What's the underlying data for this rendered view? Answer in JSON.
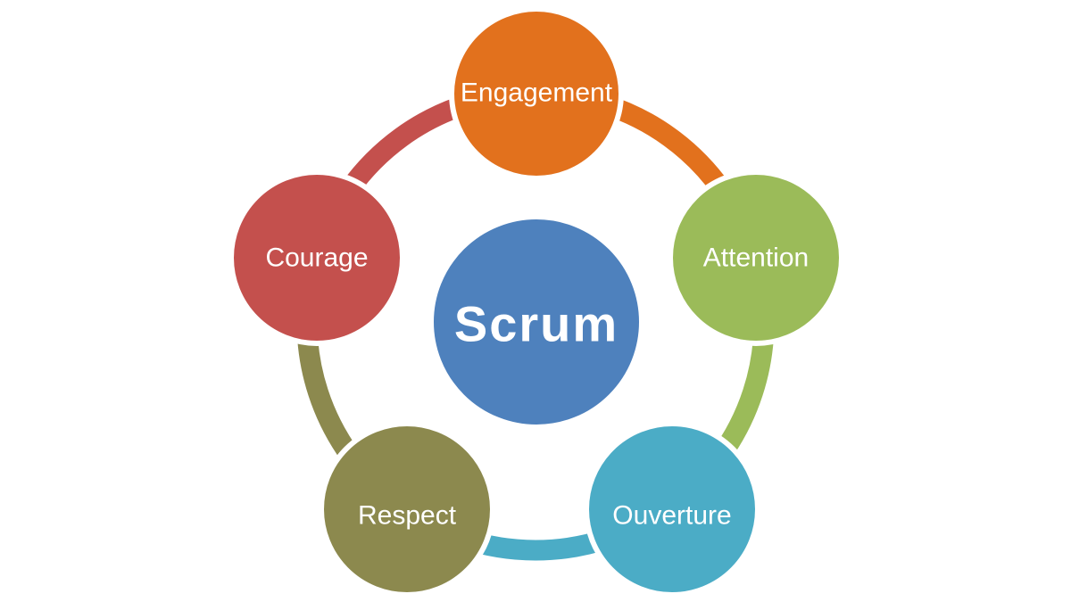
{
  "background_color": "#FFFFFF",
  "text_color": "#FFFFFF",
  "center": {
    "label": "Scrum",
    "color": "#4E81BD"
  },
  "nodes": [
    {
      "label": "Engagement",
      "position": "top",
      "color": "#E2711D"
    },
    {
      "label": "Attention",
      "position": "right",
      "color": "#9BBB59"
    },
    {
      "label": "Ouverture",
      "position": "bottom-right",
      "color": "#4BACC6"
    },
    {
      "label": "Respect",
      "position": "bottom-left",
      "color": "#8C894E"
    },
    {
      "label": "Courage",
      "position": "left",
      "color": "#C4504D"
    }
  ],
  "ring_segments": [
    {
      "from": "Engagement",
      "to": "Attention",
      "color": "#E2711D"
    },
    {
      "from": "Attention",
      "to": "Ouverture",
      "color": "#9BBB59"
    },
    {
      "from": "Ouverture",
      "to": "Respect",
      "color": "#4BACC6"
    },
    {
      "from": "Respect",
      "to": "Courage",
      "color": "#8C894E"
    },
    {
      "from": "Courage",
      "to": "Engagement",
      "color": "#C4504D"
    }
  ]
}
